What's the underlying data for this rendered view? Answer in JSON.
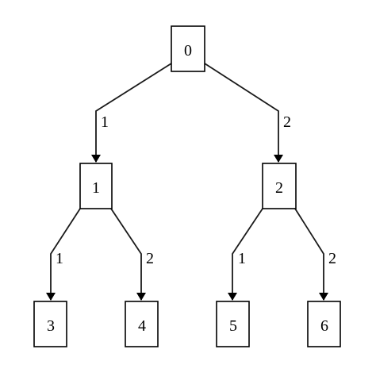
{
  "diagram": {
    "nodes": [
      {
        "id": "0",
        "label": "0"
      },
      {
        "id": "1",
        "label": "1"
      },
      {
        "id": "2",
        "label": "2"
      },
      {
        "id": "3",
        "label": "3"
      },
      {
        "id": "4",
        "label": "4"
      },
      {
        "id": "5",
        "label": "5"
      },
      {
        "id": "6",
        "label": "6"
      }
    ],
    "edges": [
      {
        "from": "0",
        "to": "1",
        "label": "1"
      },
      {
        "from": "0",
        "to": "2",
        "label": "2"
      },
      {
        "from": "1",
        "to": "3",
        "label": "1"
      },
      {
        "from": "1",
        "to": "4",
        "label": "2"
      },
      {
        "from": "2",
        "to": "5",
        "label": "1"
      },
      {
        "from": "2",
        "to": "6",
        "label": "2"
      }
    ]
  }
}
